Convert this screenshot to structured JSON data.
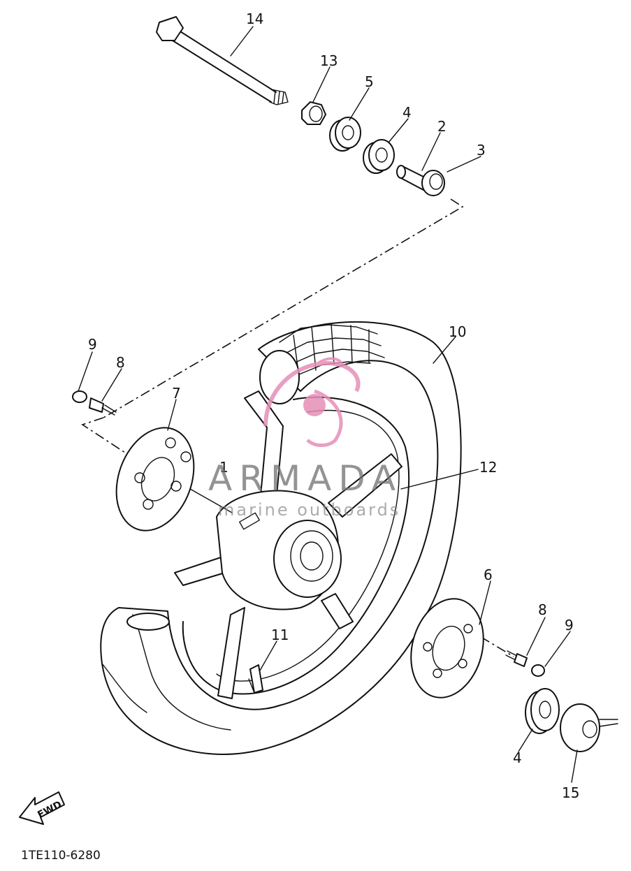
{
  "diagram": {
    "callouts": {
      "c14": "14",
      "c13": "13",
      "c5": "5",
      "c4a": "4",
      "c2": "2",
      "c3": "3",
      "c10": "10",
      "c9a": "9",
      "c8a": "8",
      "c7": "7",
      "c1": "1",
      "c12": "12",
      "c11": "11",
      "c6": "6",
      "c8b": "8",
      "c9b": "9",
      "c4b": "4",
      "c15": "15"
    },
    "fwd_label": "FWD",
    "part_code": "1TE110-6280"
  },
  "watermark": {
    "title": "ARMADA",
    "subtitle": "marine outboards",
    "logo_color": "#e58fb8"
  }
}
